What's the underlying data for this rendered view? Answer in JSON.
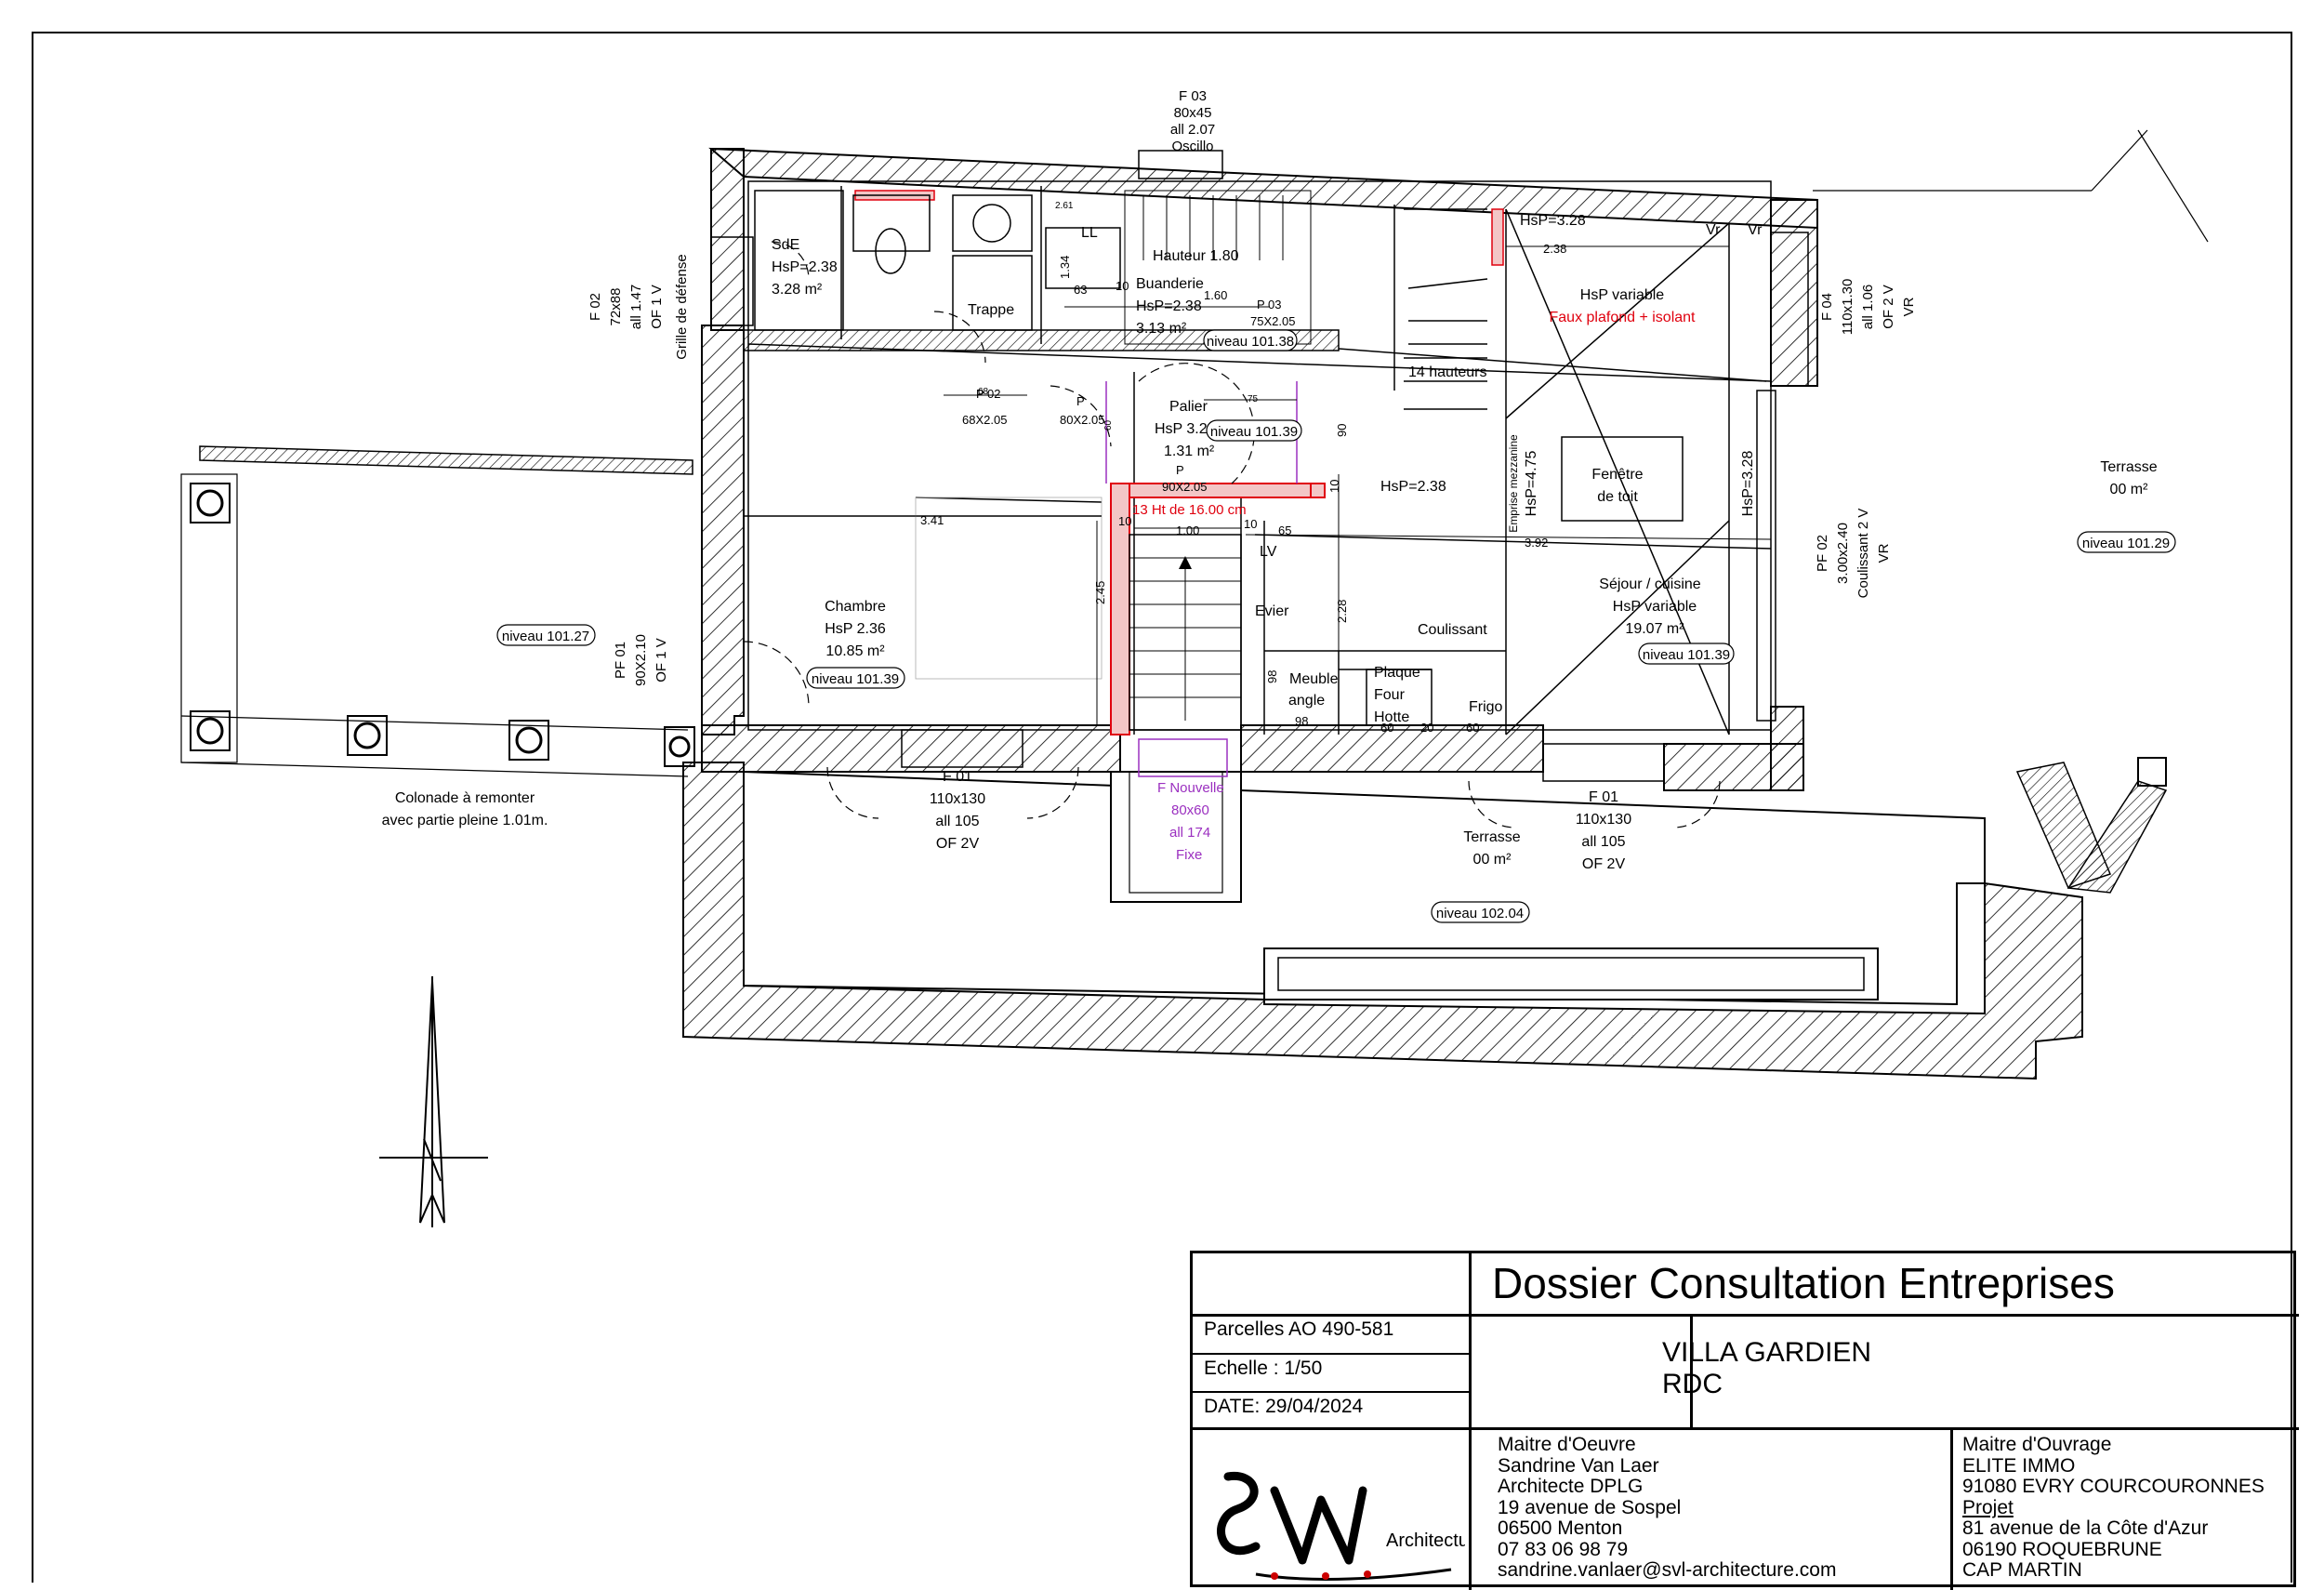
{
  "plan": {
    "rooms": {
      "sde": [
        "SdE",
        "HsP=2.38",
        "3.28 m²"
      ],
      "buanderie": [
        "Buanderie",
        "HsP=2.38",
        "3.13 m²"
      ],
      "palier": [
        "Palier",
        "HsP 3.28",
        "1.31 m²"
      ],
      "chambre": [
        "Chambre",
        "HsP 2.36",
        "10.85 m²"
      ],
      "sejour": [
        "Séjour / cuisine",
        "HsP variable",
        "19.07 m²"
      ],
      "hsp_var": "HsP variable",
      "faux_plafond": "Faux plafond + isolant",
      "fenetre_toit": [
        "Fenêtre",
        "de toit"
      ],
      "hsp238_mid": "HsP=2.38",
      "hsp328_top": "HsP=3.28",
      "hsp475": "HsP=4.75",
      "hsp328_right": "HsP=3.28",
      "emprise": "Emprise mezzanine",
      "hauteur": "Hauteur 1.80",
      "ll": "LL",
      "lv": "LV",
      "trappe": "Trappe",
      "hauteurs14": "14 hauteurs",
      "evier": "Evier",
      "meuble": [
        "Meuble",
        "angle"
      ],
      "plaque": [
        "Plaque",
        "Four",
        "Hotte"
      ],
      "frigo": "Frigo",
      "coulissant": "Coulissant",
      "vr": "Vr",
      "stair_red": "13 Ht de 16.00 cm",
      "terrasse_right": [
        "Terrasse",
        "00 m²"
      ],
      "terrasse_bottom": [
        "Terrasse",
        "00 m²"
      ],
      "colonade": [
        "Colonade à remonter",
        "avec partie pleine 1.01m."
      ]
    },
    "levels": [
      "niveau 101.38",
      "niveau 101.39",
      "niveau 101.39",
      "niveau 101.39",
      "niveau 101.27",
      "niveau 101.29",
      "niveau 102.04"
    ],
    "openings": {
      "f03": [
        "F 03",
        "80x45",
        "all 2.07",
        "Oscillo"
      ],
      "f02": [
        "F 02",
        "72x88",
        "all 1.47",
        "OF 1 V",
        "Grille de défense"
      ],
      "f04": [
        "F 04",
        "110x1.30",
        "all 1.06",
        "OF 2 V",
        "VR"
      ],
      "pf02": [
        "PF 02",
        "3.00x2.40",
        "Coulissant 2 V",
        "VR"
      ],
      "pf01": [
        "PF 01",
        "90X2.10",
        "OF 1 V"
      ],
      "f01_left": [
        "F 01",
        "110x130",
        "all 105",
        "OF 2V"
      ],
      "f01_right": [
        "F 01",
        "110x130",
        "all 105",
        "OF 2V"
      ],
      "p02": [
        "P 02",
        "68X2.05"
      ],
      "p03": [
        "P 03",
        "75X2.05"
      ],
      "p_80": [
        "P",
        "80X2.05"
      ],
      "p_90": [
        "P",
        "90X2.05"
      ],
      "f_nouvelle": [
        "F Nouvelle",
        "80x60",
        "all 174",
        "Fixe"
      ]
    },
    "dims": [
      "2.38",
      "3.41",
      "1.00",
      "65",
      "3.92",
      "2.45",
      "2.28",
      "1.34",
      "63",
      "1.60",
      "10",
      "10",
      "10",
      "10",
      "98",
      "98",
      "60",
      "20",
      "60",
      "90",
      "68",
      "75",
      "60",
      "2.61"
    ]
  },
  "titleblock": {
    "title": "Dossier Consultation Entreprises",
    "parcelles": "Parcelles AO 490-581",
    "echelle": "Echelle : 1/50",
    "date": "DATE: 29/04/2024",
    "project": [
      "VILLA GARDIEN",
      "RDC"
    ],
    "moe": [
      "Maitre d'Oeuvre",
      "Sandrine Van Laer",
      "Architecte DPLG",
      "19 avenue de Sospel",
      "06500 Menton",
      "07 83 06 98 79",
      "sandrine.vanlaer@svl-architecture.com"
    ],
    "mo": [
      "Maitre d'Ouvrage",
      "ELITE IMMO",
      "91080 EVRY COURCOURONNES",
      "Projet",
      "81 avenue de la Côte d'Azur",
      "06190 ROQUEBRUNE",
      "CAP MARTIN"
    ],
    "logo_text": "Architecture"
  }
}
